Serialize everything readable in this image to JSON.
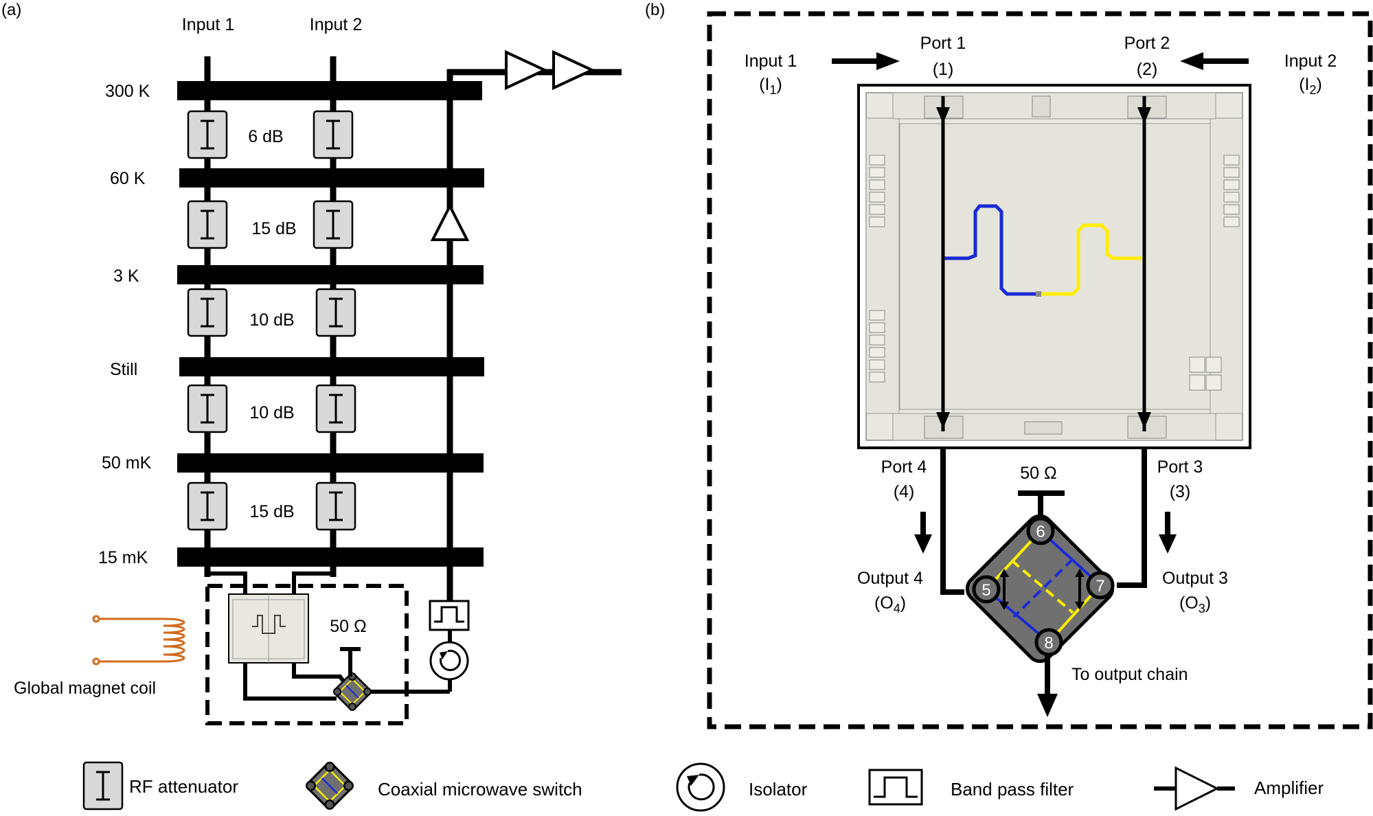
{
  "panel_a": {
    "label": "(a)",
    "inputs": [
      "Input 1",
      "Input 2"
    ],
    "stages": [
      "300 K",
      "60 K",
      "3 K",
      "Still",
      "50 mK",
      "15 mK"
    ],
    "attenuations": [
      "6 dB",
      "15 dB",
      "10 dB",
      "10 dB",
      "15 dB"
    ],
    "termination": "50 Ω",
    "coil_label": "Global magnet coil"
  },
  "panel_b": {
    "label": "(b)",
    "input1": {
      "line1": "Input 1",
      "sym": "I",
      "sub": "1"
    },
    "input2": {
      "line1": "Input 2",
      "sym": "I",
      "sub": "2"
    },
    "port1": {
      "name": "Port 1",
      "num": "(1)"
    },
    "port2": {
      "name": "Port 2",
      "num": "(2)"
    },
    "port3": {
      "name": "Port 3",
      "num": "(3)"
    },
    "port4": {
      "name": "Port 4",
      "num": "(4)"
    },
    "output3": {
      "line1": "Output 3",
      "sym": "O",
      "sub": "3"
    },
    "output4": {
      "line1": "Output 4",
      "sym": "O",
      "sub": "4"
    },
    "termination": "50 Ω",
    "switch_ports": [
      "5",
      "6",
      "7",
      "8"
    ],
    "output_chain": "To output chain"
  },
  "legend": {
    "attenuator": "RF attenuator",
    "switch": "Coaxial microwave switch",
    "isolator": "Isolator",
    "filter": "Band pass filter",
    "amplifier": "Amplifier"
  },
  "colors": {
    "line": "#000000",
    "component_fill": "#d9d9d9",
    "switch_fill": "#707070",
    "coil": "#d2691e",
    "path_blue": "#1a2ad6",
    "path_yellow": "#ffee00",
    "chip_fill": "#e8e8e0"
  }
}
